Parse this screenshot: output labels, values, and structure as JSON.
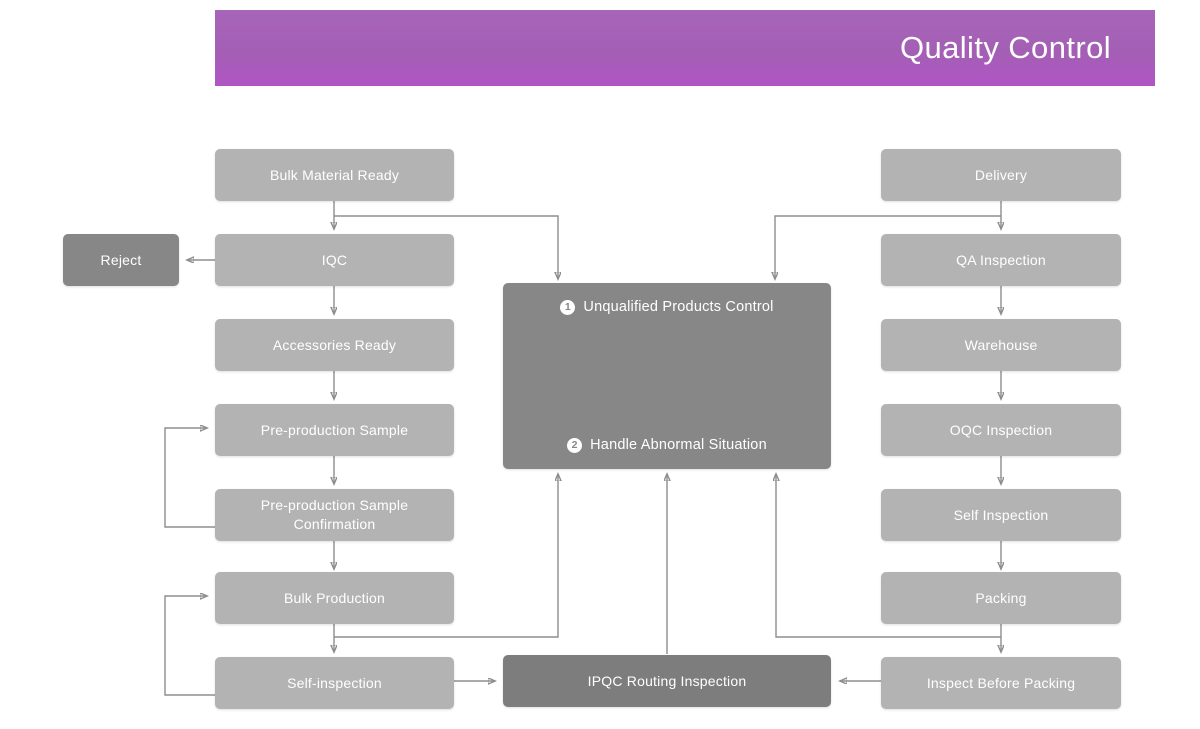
{
  "header": {
    "title": "Quality Control",
    "color": "#a45fb5",
    "text_color": "#ffffff"
  },
  "colors": {
    "node_light": "#b3b3b3",
    "node_dark": "#878787",
    "connector": "#8d8d8d",
    "background": "#ffffff"
  },
  "nodes": {
    "reject": "Reject",
    "bulk_material_ready": "Bulk Material Ready",
    "iqc": "IQC",
    "accessories_ready": "Accessories Ready",
    "pre_production_sample": "Pre-production Sample",
    "pre_production_sample_confirmation": "Pre-production Sample Confirmation",
    "bulk_production": "Bulk Production",
    "self_inspection_left": "Self-inspection",
    "ipqc_routing_inspection": "IPQC Routing Inspection",
    "delivery": "Delivery",
    "qa_inspection": "QA Inspection",
    "warehouse": "Warehouse",
    "oqc_inspection": "OQC Inspection",
    "self_inspection_right": "Self Inspection",
    "packing": "Packing",
    "inspect_before_packing": "Inspect Before Packing"
  },
  "center_panel": {
    "item1_number": "1",
    "item1_label": "Unqualified Products Control",
    "item2_number": "2",
    "item2_label": "Handle Abnormal Situation"
  }
}
